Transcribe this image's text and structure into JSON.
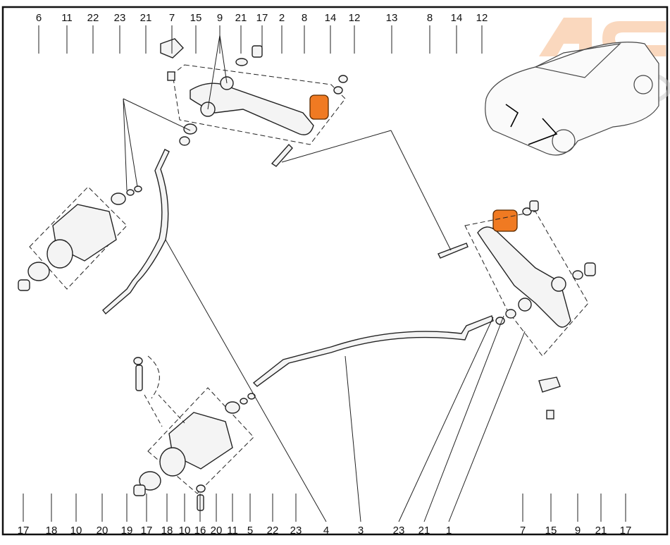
{
  "diagram": {
    "title": "Front suspension lower arms and anti-roll bar exploded view",
    "logo_text": "AC",
    "top_callouts": [
      "6",
      "11",
      "22",
      "23",
      "21",
      "7",
      "15",
      "9",
      "21",
      "17",
      "2",
      "8",
      "14",
      "12",
      "13",
      "8",
      "14",
      "12"
    ],
    "bottom_callouts": [
      "17",
      "18",
      "10",
      "20",
      "19",
      "17",
      "18",
      "10",
      "16",
      "20",
      "11",
      "5",
      "22",
      "23",
      "4",
      "3",
      "23",
      "21",
      "1",
      "7",
      "15",
      "9",
      "21",
      "17"
    ],
    "highlight_color": "#f07a22",
    "logo_color": "#f6b98a"
  }
}
